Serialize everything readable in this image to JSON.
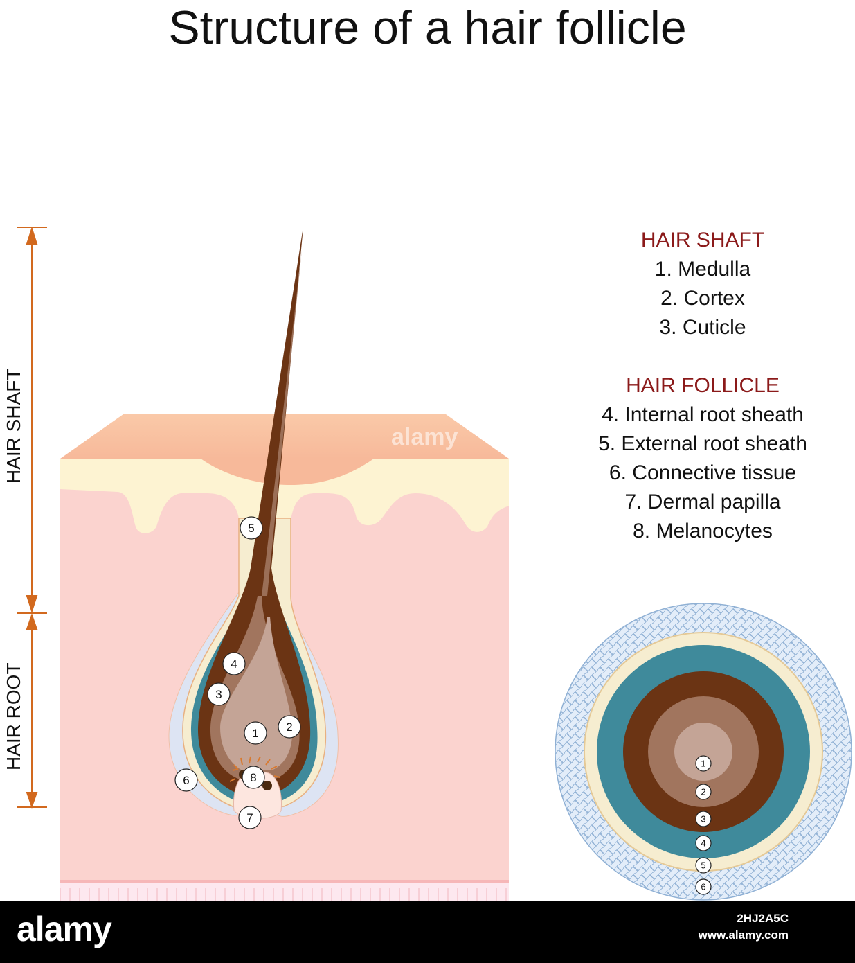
{
  "title": "Structure of a hair follicle",
  "side_labels": {
    "hair_shaft": "HAIR SHAFT",
    "hair_root": "HAIR ROOT"
  },
  "legend": {
    "hair_shaft_heading": "HAIR SHAFT",
    "hair_shaft_items": [
      "1. Medulla",
      "2. Cortex",
      "3. Cuticle"
    ],
    "hair_follicle_heading": "HAIR FOLLICLE",
    "hair_follicle_items": [
      "4. Internal root sheath",
      "5. External root sheath",
      "6. Connective tissue",
      "7. Dermal papilla",
      "8. Melanocytes"
    ]
  },
  "markers": [
    "1",
    "2",
    "3",
    "4",
    "5",
    "6",
    "7",
    "8"
  ],
  "cross_section_markers": [
    "1",
    "2",
    "3",
    "4",
    "5",
    "6"
  ],
  "watermark": "alamy",
  "footer": {
    "logo": "alamy",
    "image_id": "2HJ2A5C",
    "url": "www.alamy.com"
  },
  "colors": {
    "skin_top": "#f8c9a4",
    "epidermis": "#fdf3d2",
    "dermis": "#fbd3cf",
    "hair_dark": "#6b3414",
    "cortex": "#a1755e",
    "medulla": "#c4a496",
    "inner_sheath": "#3f8a9b",
    "outer_sheath": "#f6edd0",
    "connective": "#dde4f3",
    "papilla": "#fde6df",
    "accent_label": "#8b1a1a",
    "arrow": "#d2691e"
  }
}
